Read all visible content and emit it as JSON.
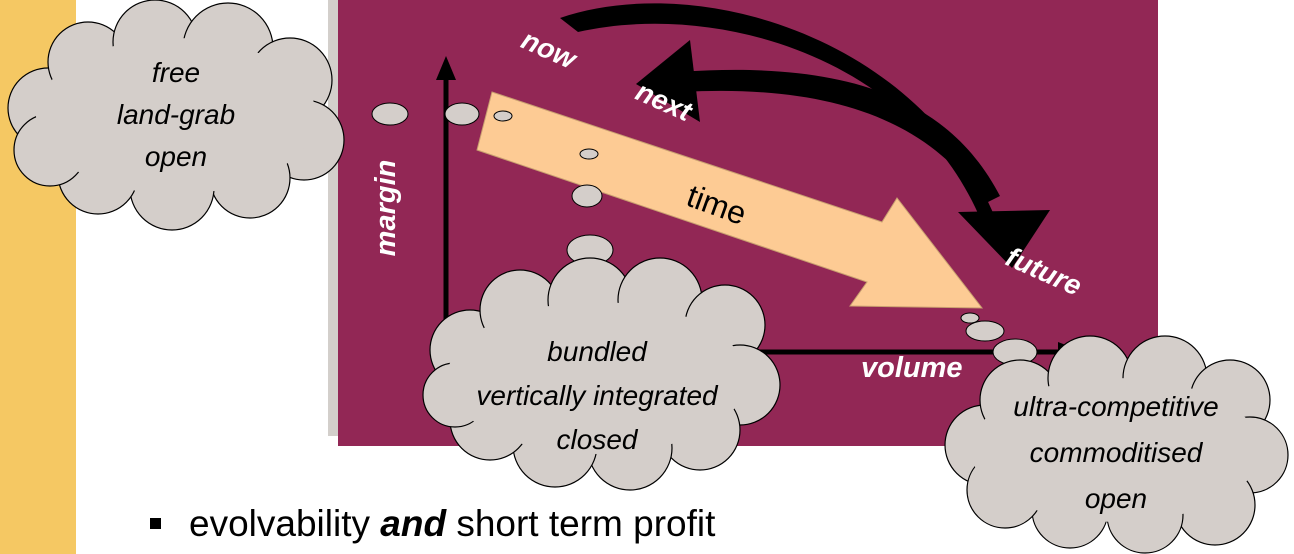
{
  "diagram": {
    "axes": {
      "y_label": "margin",
      "x_label": "volume"
    },
    "arrow_label": "time",
    "stage_labels": {
      "now": "now",
      "next": "next",
      "future": "future"
    },
    "clouds": {
      "start": [
        "free",
        "land-grab",
        "open"
      ],
      "bottom": [
        "bundled",
        "vertically integrated",
        "closed"
      ],
      "end": [
        "ultra-competitive",
        "commoditised",
        "open"
      ]
    },
    "colors": {
      "side_bar": "#F5C863",
      "panel": "#922755",
      "panel_shadow": "#D3CFCB",
      "time_arrow": "#FDCB94",
      "cloud_fill": "#D4CECA",
      "curved_arrows": "#000000",
      "label_text": "#FFFFFF"
    }
  },
  "bullet": {
    "before": "evolvability ",
    "emphasis": "and",
    "after": " short term profit"
  }
}
